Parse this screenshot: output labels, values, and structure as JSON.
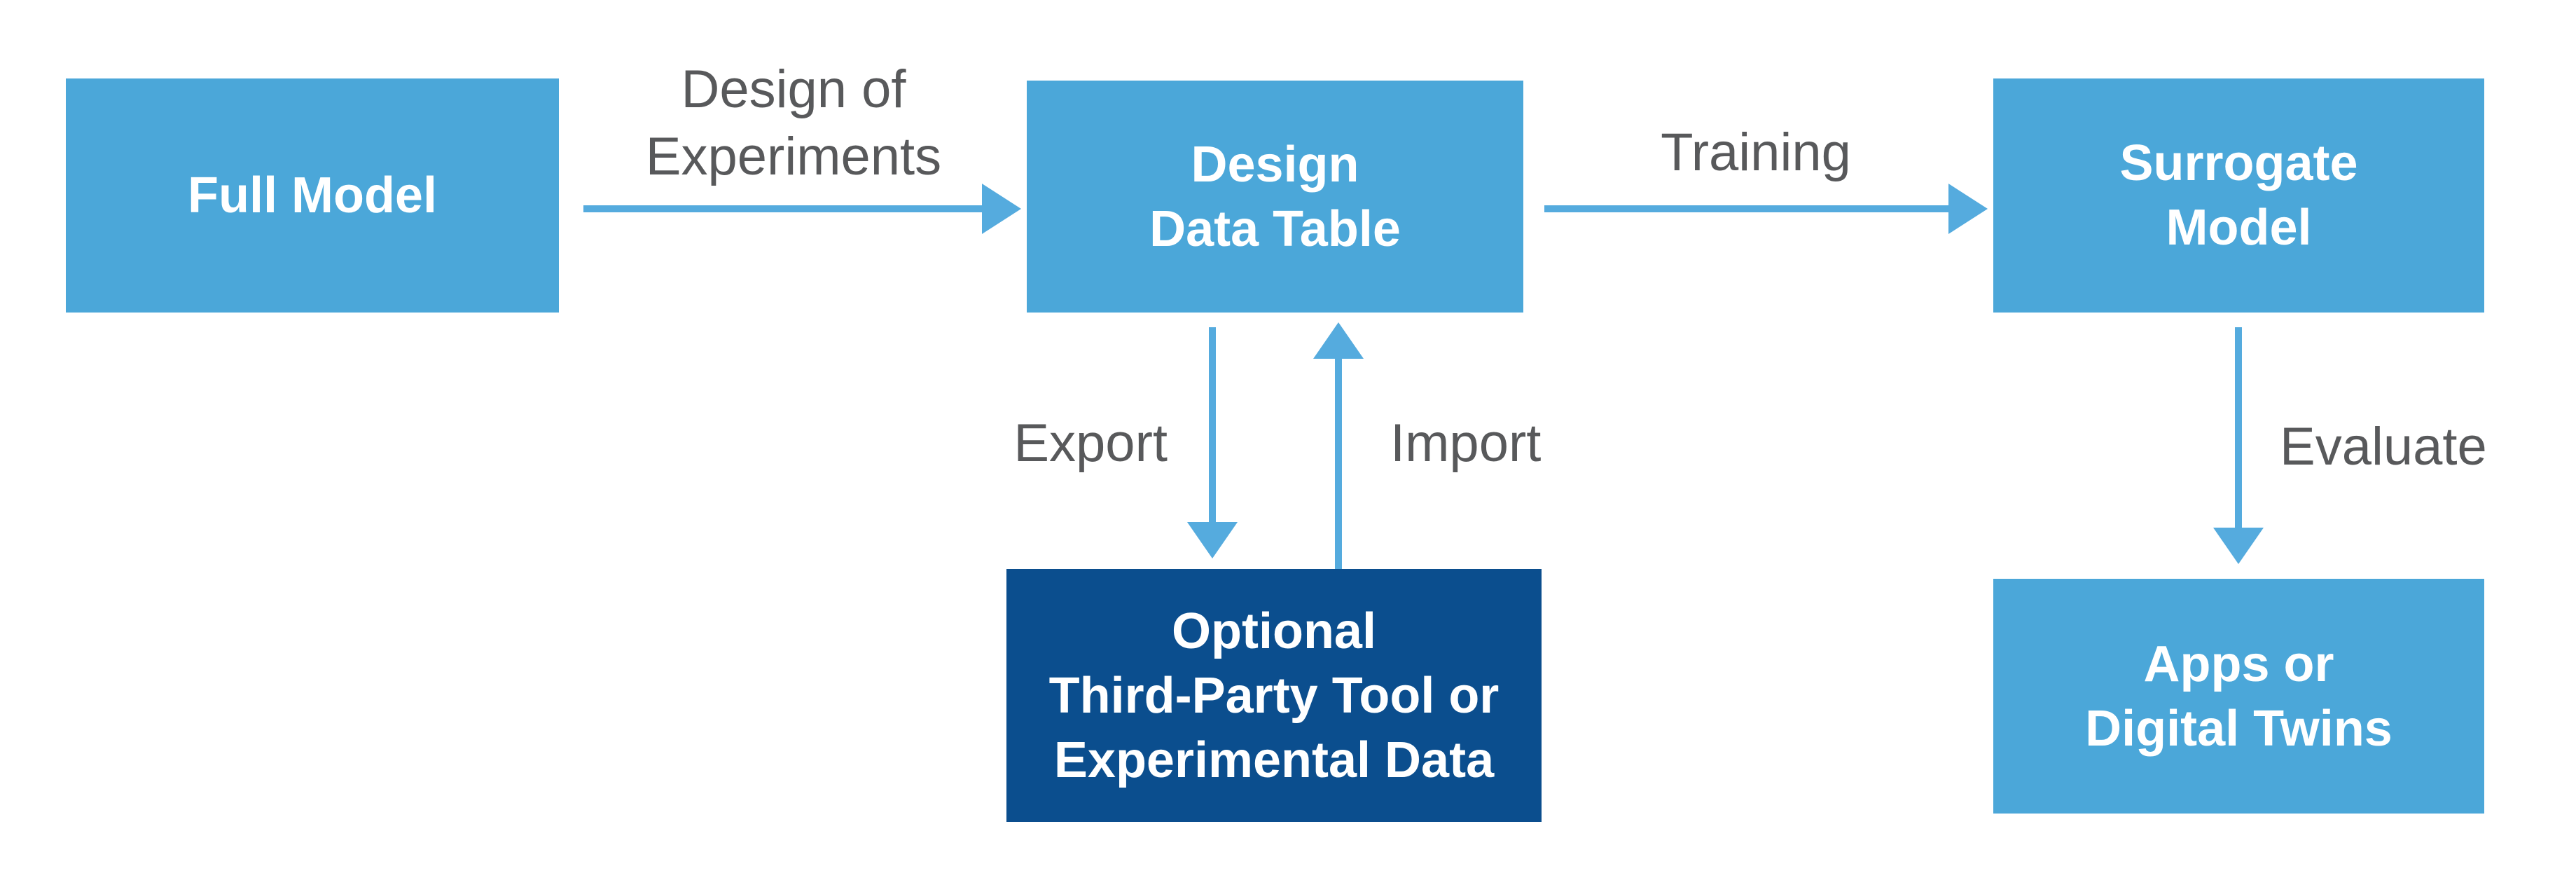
{
  "diagram": {
    "title": "Surrogate model workflow diagram",
    "colors": {
      "box_light": "#4BA7D9",
      "box_dark": "#0B4E8E",
      "arrow": "#55ABDE",
      "label_text": "#58595B",
      "box_text": "#FFFFFF",
      "background": "#FFFFFF"
    },
    "nodes": [
      {
        "id": "full-model",
        "label": "Full Model"
      },
      {
        "id": "design-data-table",
        "label": "Design\nData Table"
      },
      {
        "id": "surrogate-model",
        "label": "Surrogate\nModel"
      },
      {
        "id": "third-party-tool",
        "label": "Optional\nThird-Party Tool or\nExperimental Data"
      },
      {
        "id": "apps-digital-twins",
        "label": "Apps or\nDigital Twins"
      }
    ],
    "edges": [
      {
        "id": "design-of-experiments",
        "label": "Design of\nExperiments",
        "from": "full-model",
        "to": "design-data-table",
        "direction": "right"
      },
      {
        "id": "training",
        "label": "Training",
        "from": "design-data-table",
        "to": "surrogate-model",
        "direction": "right"
      },
      {
        "id": "export",
        "label": "Export",
        "from": "design-data-table",
        "to": "third-party-tool",
        "direction": "down"
      },
      {
        "id": "import",
        "label": "Import",
        "from": "third-party-tool",
        "to": "design-data-table",
        "direction": "up"
      },
      {
        "id": "evaluate",
        "label": "Evaluate",
        "from": "surrogate-model",
        "to": "apps-digital-twins",
        "direction": "down"
      }
    ]
  }
}
